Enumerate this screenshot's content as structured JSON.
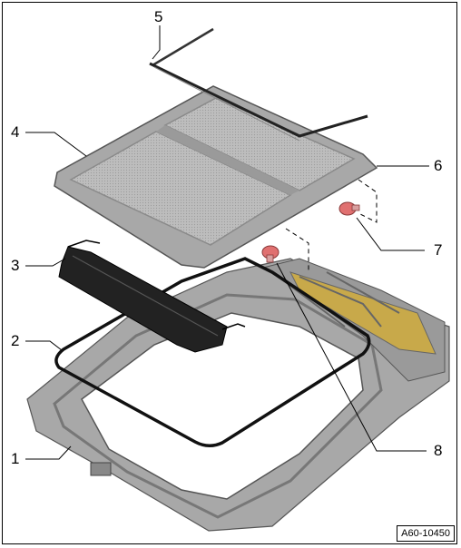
{
  "callouts": [
    {
      "id": "1",
      "label": "1"
    },
    {
      "id": "2",
      "label": "2"
    },
    {
      "id": "3",
      "label": "3"
    },
    {
      "id": "4",
      "label": "4"
    },
    {
      "id": "5",
      "label": "5"
    },
    {
      "id": "6",
      "label": "6"
    },
    {
      "id": "7",
      "label": "7"
    },
    {
      "id": "8",
      "label": "8"
    }
  ],
  "reference_code": "A60-10450",
  "colors": {
    "frame": "#000000",
    "glass": "#b8b8b8",
    "glass_edge": "#8a8a8a",
    "roof_frame": "#9a9a9a",
    "seal": "#111111",
    "rivet": "#e07070",
    "guide_rail": "#c8a94a"
  }
}
